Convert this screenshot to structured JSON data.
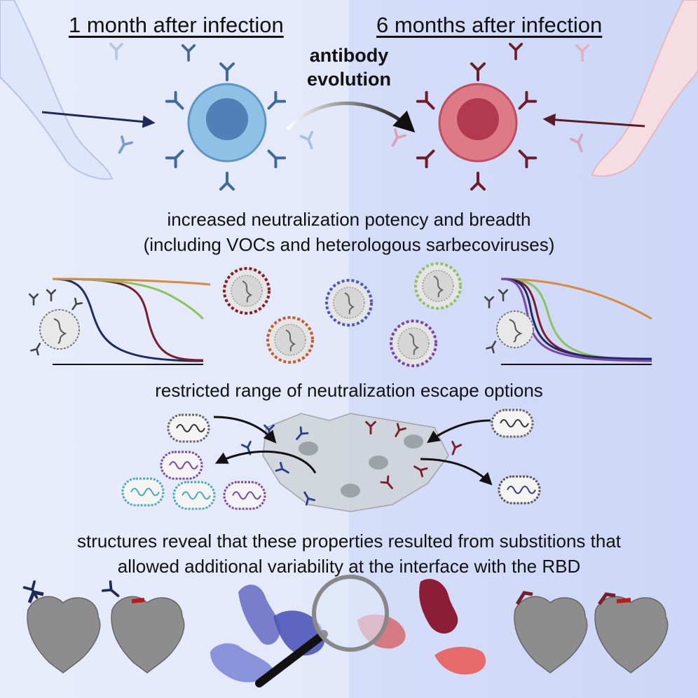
{
  "headings": {
    "left": "1 month after infection",
    "right": "6 months after infection"
  },
  "center_label": [
    "antibody",
    "evolution"
  ],
  "captions": {
    "potency": [
      "increased neutralization potency and breadth",
      "(including VOCs and heterologous sarbecoviruses)"
    ],
    "escape": "restricted range of neutralization escape options",
    "structures": [
      "structures reveal that these properties resulted from substitions that",
      "allowed additional variability at the interface with the RBD"
    ]
  },
  "colors": {
    "early": "#4f8fc7",
    "late": "#d05565",
    "navy": "#1f2a6b",
    "darkred": "#7a1e2a",
    "orange": "#d98a3a",
    "green": "#8cc45a",
    "blue_virus": "#4d57c4",
    "purple": "#7b46a8",
    "orange_virus": "#c45a2e",
    "teal": "#4aaab8"
  },
  "chart_data": [
    {
      "type": "line",
      "title": "",
      "series": [
        {
          "color": "navy",
          "values_shape": "steep drop"
        },
        {
          "color": "darkred",
          "values_shape": "later drop"
        },
        {
          "color": "green",
          "values_shape": "slight decline"
        },
        {
          "color": "orange",
          "values_shape": "flat"
        }
      ]
    },
    {
      "type": "line",
      "title": "",
      "series": [
        {
          "color": "purple",
          "values_shape": "steep drop"
        },
        {
          "color": "navy",
          "values_shape": "steep drop"
        },
        {
          "color": "darkred",
          "values_shape": "steep drop"
        },
        {
          "color": "green",
          "values_shape": "drop"
        },
        {
          "color": "orange",
          "values_shape": "slow decline"
        }
      ]
    }
  ]
}
